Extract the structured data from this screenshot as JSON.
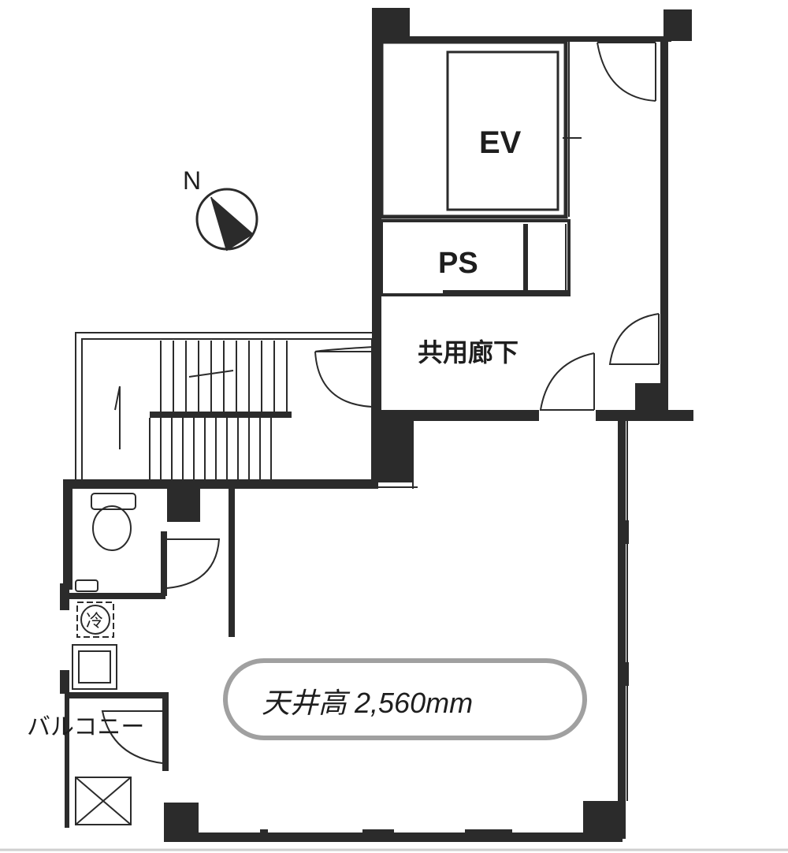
{
  "labels": {
    "ev": "EV",
    "ps": "PS",
    "corridor": "共用廊下",
    "balcony": "バルコニー",
    "ceiling": "天井高 2,560mm",
    "north": "N",
    "fridge": "冷"
  },
  "colors": {
    "wall": "#2b2b2b",
    "line": "#2b2b2b",
    "ceiling_frame": "#a0a0a0"
  },
  "icons": {
    "north_arrow": "compass-icon",
    "toilet": "toilet-icon",
    "fridge": "fridge-icon",
    "washer": "washer-icon",
    "vent": "vent-icon"
  }
}
